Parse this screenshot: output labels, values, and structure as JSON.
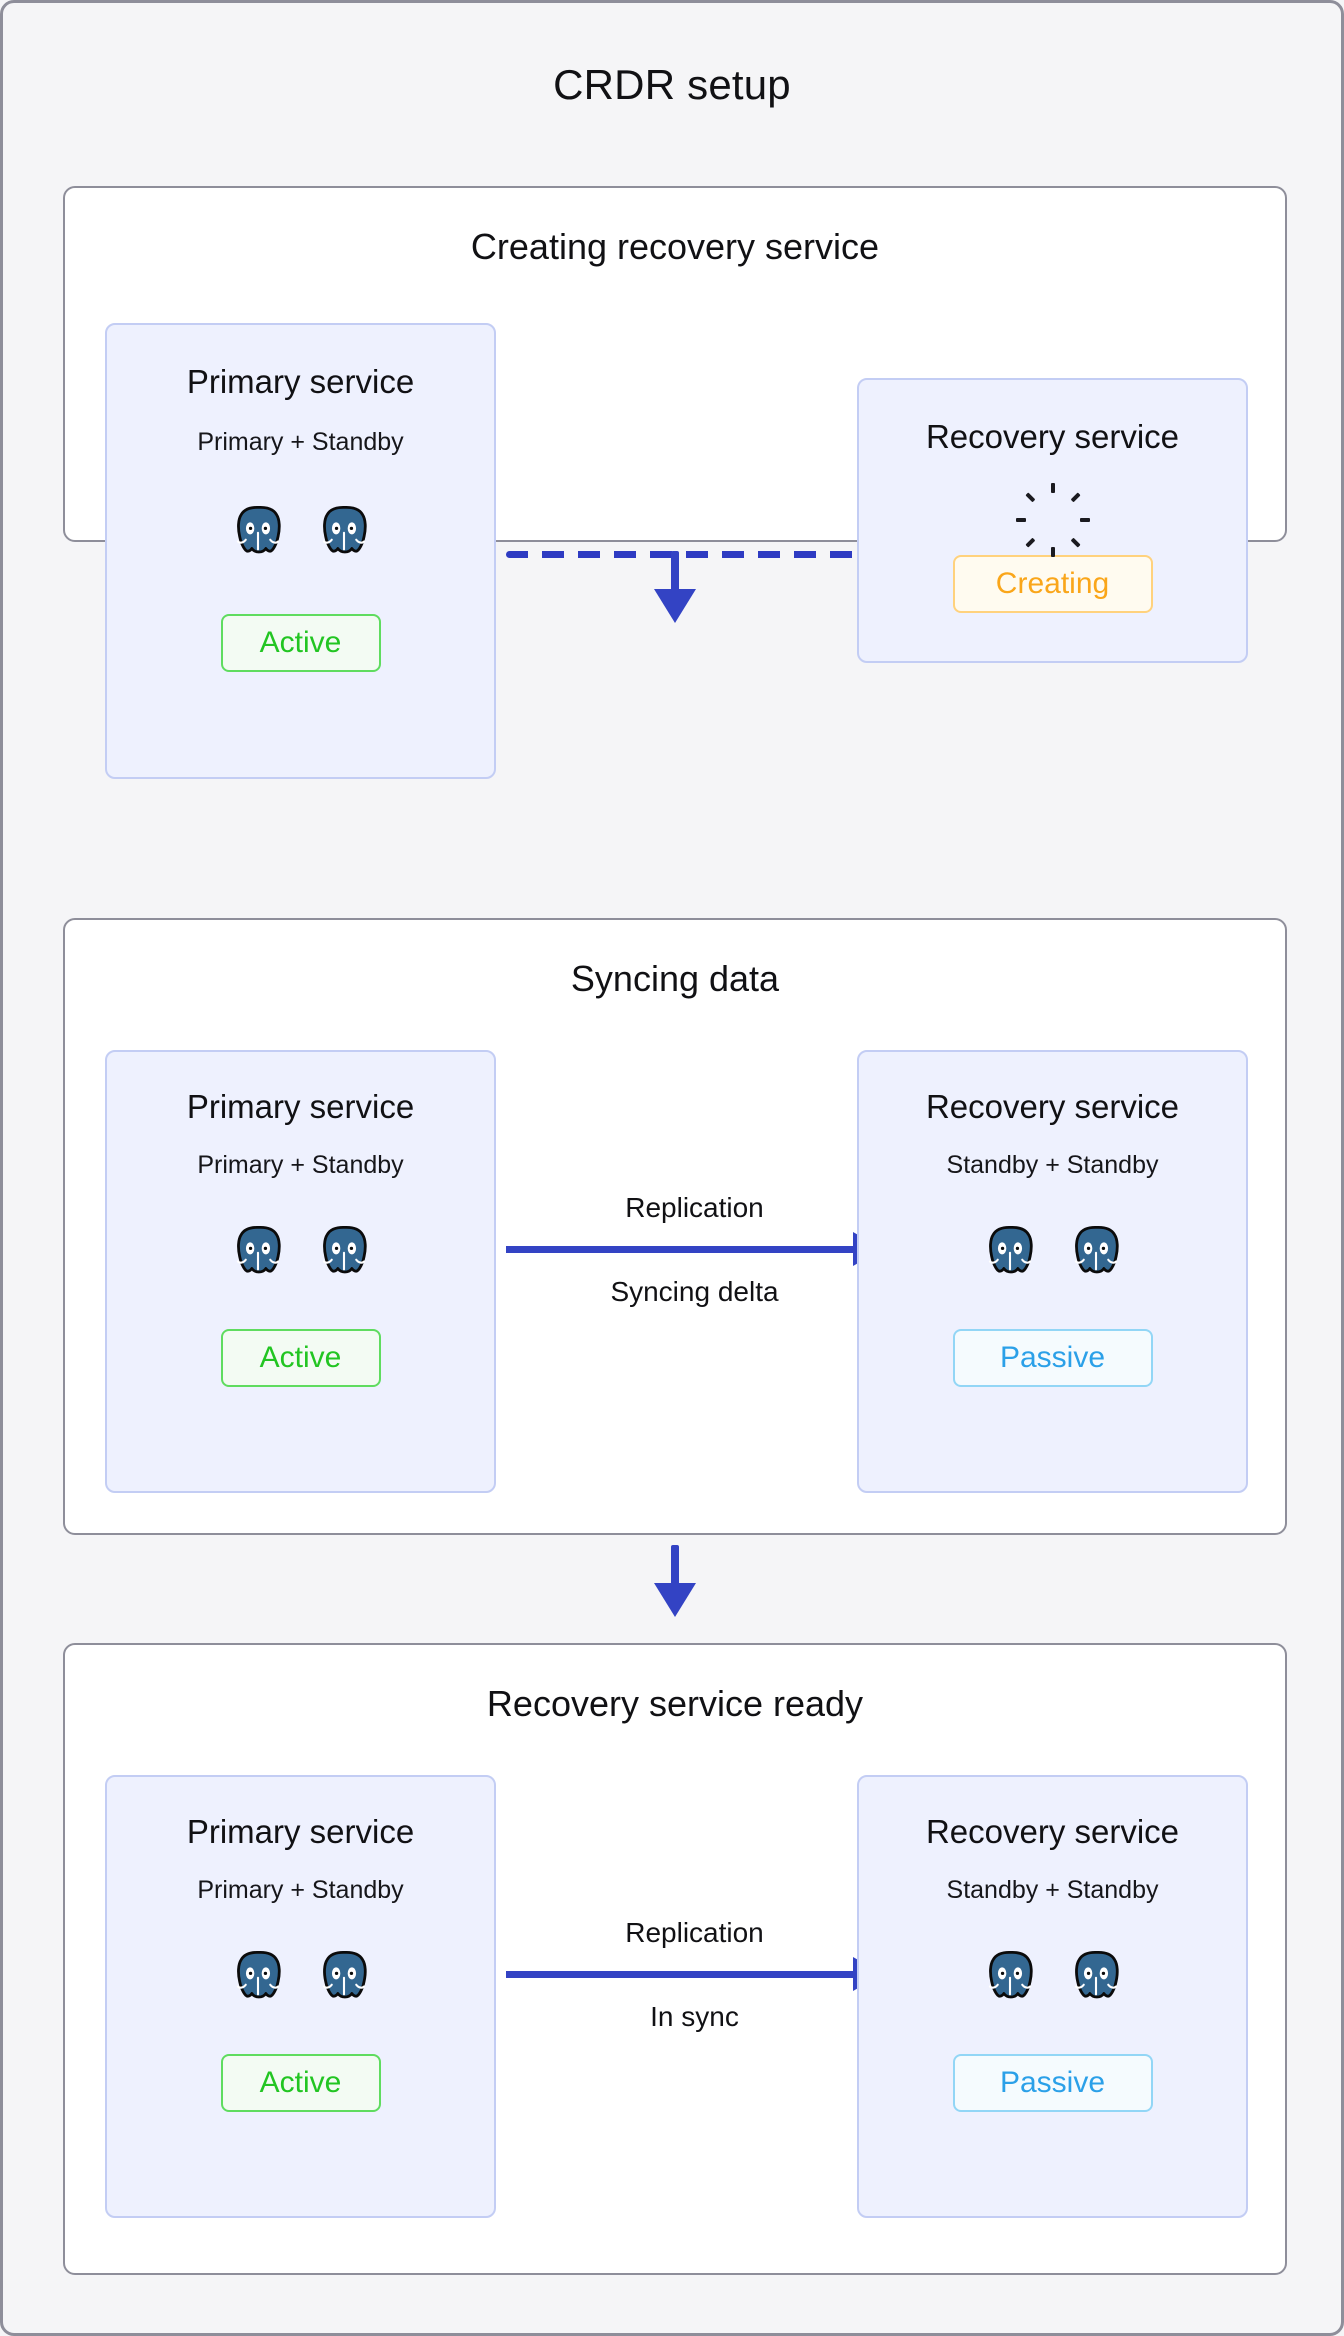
{
  "title": "CRDR setup",
  "colors": {
    "page_background": "#f5f5f7",
    "panel_background": "#ffffff",
    "panel_border": "#8e8e9a",
    "card_background": "#eef1fe",
    "card_border": "#c3cdf4",
    "connector_blue": "#3343c4",
    "dashed_blue": "#2e3bc2",
    "active_green": "#22c522",
    "passive_blue": "#2ba0e8",
    "creating_orange": "#faa61a",
    "postgres_icon": "#336791"
  },
  "stages": [
    {
      "title": "Creating recovery service",
      "primary": {
        "title": "Primary service",
        "subtitle": "Primary + Standby",
        "db_icons": [
          "postgres-elephant-icon",
          "postgres-elephant-icon"
        ],
        "badge": "Active",
        "badge_state": "active"
      },
      "recovery": {
        "title": "Recovery service",
        "subtitle": "",
        "db_icons": [],
        "spinner": "loading-spinner-icon",
        "badge": "Creating",
        "badge_state": "creating"
      },
      "connector": {
        "type": "dashed",
        "label_top": "",
        "label_bottom": ""
      }
    },
    {
      "title": "Syncing data",
      "primary": {
        "title": "Primary service",
        "subtitle": "Primary + Standby",
        "db_icons": [
          "postgres-elephant-icon",
          "postgres-elephant-icon"
        ],
        "badge": "Active",
        "badge_state": "active"
      },
      "recovery": {
        "title": "Recovery service",
        "subtitle": "Standby + Standby",
        "db_icons": [
          "postgres-elephant-icon",
          "postgres-elephant-icon"
        ],
        "badge": "Passive",
        "badge_state": "passive"
      },
      "connector": {
        "type": "arrow",
        "label_top": "Replication",
        "label_bottom": "Syncing delta"
      }
    },
    {
      "title": "Recovery service ready",
      "primary": {
        "title": "Primary service",
        "subtitle": "Primary + Standby",
        "db_icons": [
          "postgres-elephant-icon",
          "postgres-elephant-icon"
        ],
        "badge": "Active",
        "badge_state": "active"
      },
      "recovery": {
        "title": "Recovery service",
        "subtitle": "Standby + Standby",
        "db_icons": [
          "postgres-elephant-icon",
          "postgres-elephant-icon"
        ],
        "badge": "Passive",
        "badge_state": "passive"
      },
      "connector": {
        "type": "arrow",
        "label_top": "Replication",
        "label_bottom": "In sync"
      }
    }
  ],
  "step_arrows": [
    {
      "name": "stage1-to-stage2-arrow"
    },
    {
      "name": "stage2-to-stage3-arrow"
    }
  ]
}
